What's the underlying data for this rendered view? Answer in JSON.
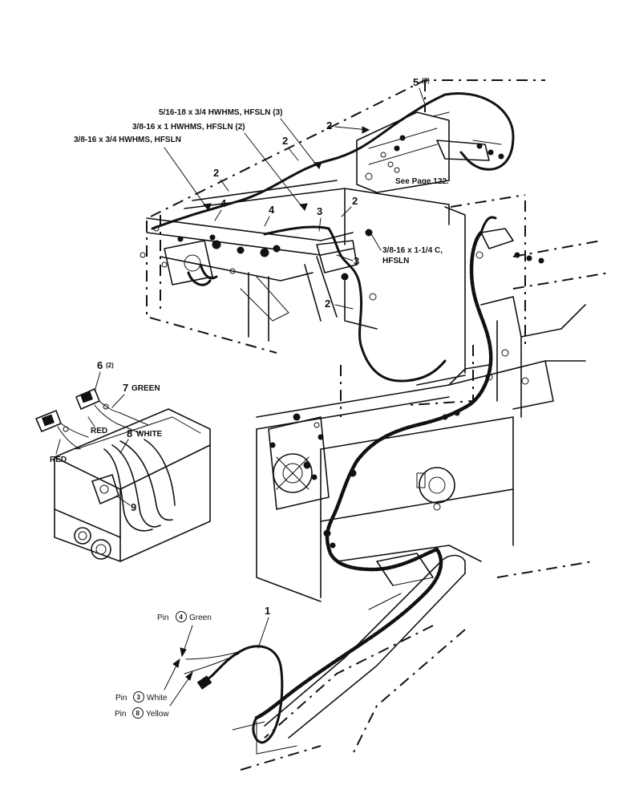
{
  "callouts": {
    "c1": "1",
    "c2a": "2",
    "c2b": "2",
    "c2c": "2",
    "c2d": "2",
    "c2e": "2",
    "c3a": "3",
    "c3b": "3",
    "c4a": "4",
    "c4b": "4",
    "c5": "5",
    "c5_qty": "(3)",
    "c6": "6",
    "c6_qty": "(2)",
    "c7": "7",
    "c8": "8",
    "c9": "9"
  },
  "labels": {
    "bolt_516": "5/16-18 x 3/4 HWHMS, HFSLN (3)",
    "bolt_38_1": "3/8-16 x 1 HWHMS, HFSLN (2)",
    "bolt_38_34": "3/8-16 x 3/4 HWHMS, HFSLN",
    "see_page": "See Page 122.",
    "bolt_38_114_l1": "3/8-16 x 1-1/4 C,",
    "bolt_38_114_l2": "HFSLN",
    "green": "GREEN",
    "white": "WHITE",
    "red_a": "RED",
    "red_b": "RED"
  },
  "pins": [
    {
      "prefix": "Pin",
      "number": "4",
      "color": "Green"
    },
    {
      "prefix": "Pin",
      "number": "3",
      "color": "White"
    },
    {
      "prefix": "Pin",
      "number": "8",
      "color": "Yellow"
    }
  ]
}
